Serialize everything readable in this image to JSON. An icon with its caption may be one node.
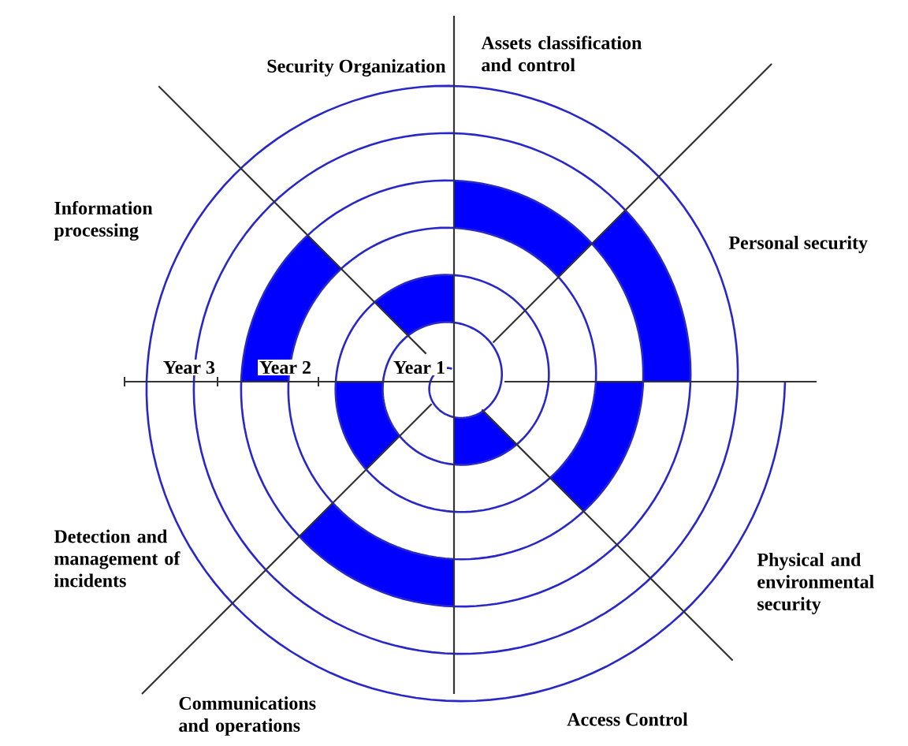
{
  "diagram": {
    "labels": [
      "Security Organization",
      "Assets classification and control",
      "Information processing",
      "Personal security",
      "Year 3",
      "Year 2",
      "Year 1",
      "Detection and management of incidents",
      "Physical and environmental security",
      "Communications and operations",
      "Access Control"
    ]
  }
}
